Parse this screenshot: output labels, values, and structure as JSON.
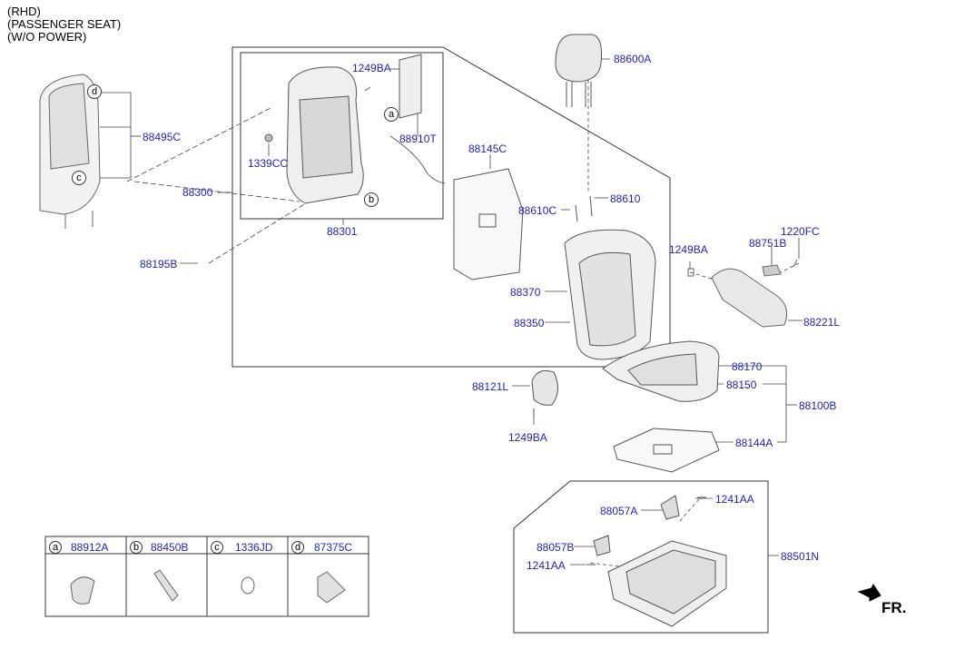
{
  "notes": [
    "(RHD)",
    "(PASSENGER SEAT)",
    "(W/O POWER)"
  ],
  "parts": {
    "p88600A": "88600A",
    "p1249BA_top": "1249BA",
    "p88910T": "88910T",
    "p1339CC": "1339CC",
    "p88495C": "88495C",
    "p88300": "88300",
    "p88301": "88301",
    "p88195B": "88195B",
    "p88145C": "88145C",
    "p88610C": "88610C",
    "p88610": "88610",
    "p88370": "88370",
    "p88350": "88350",
    "p1249BA_right": "1249BA",
    "p88751B": "88751B",
    "p1220FC": "1220FC",
    "p88221L": "88221L",
    "p88170": "88170",
    "p88150": "88150",
    "p88100B": "88100B",
    "p88121L": "88121L",
    "p1249BA_bottom": "1249BA",
    "p88144A": "88144A",
    "p88057A": "88057A",
    "p1241AA_top": "1241AA",
    "p88057B": "88057B",
    "p1241AA_bottom": "1241AA",
    "p88501N": "88501N"
  },
  "refs": {
    "a": "a",
    "b": "b",
    "c": "c",
    "d": "d"
  },
  "legend": [
    {
      "ref": "a",
      "part": "88912A"
    },
    {
      "ref": "b",
      "part": "88450B"
    },
    {
      "ref": "c",
      "part": "1336JD"
    },
    {
      "ref": "d",
      "part": "87375C"
    }
  ],
  "direction_label": "FR.",
  "colors": {
    "part_number": "#1f1fbf",
    "line": "#333333"
  }
}
